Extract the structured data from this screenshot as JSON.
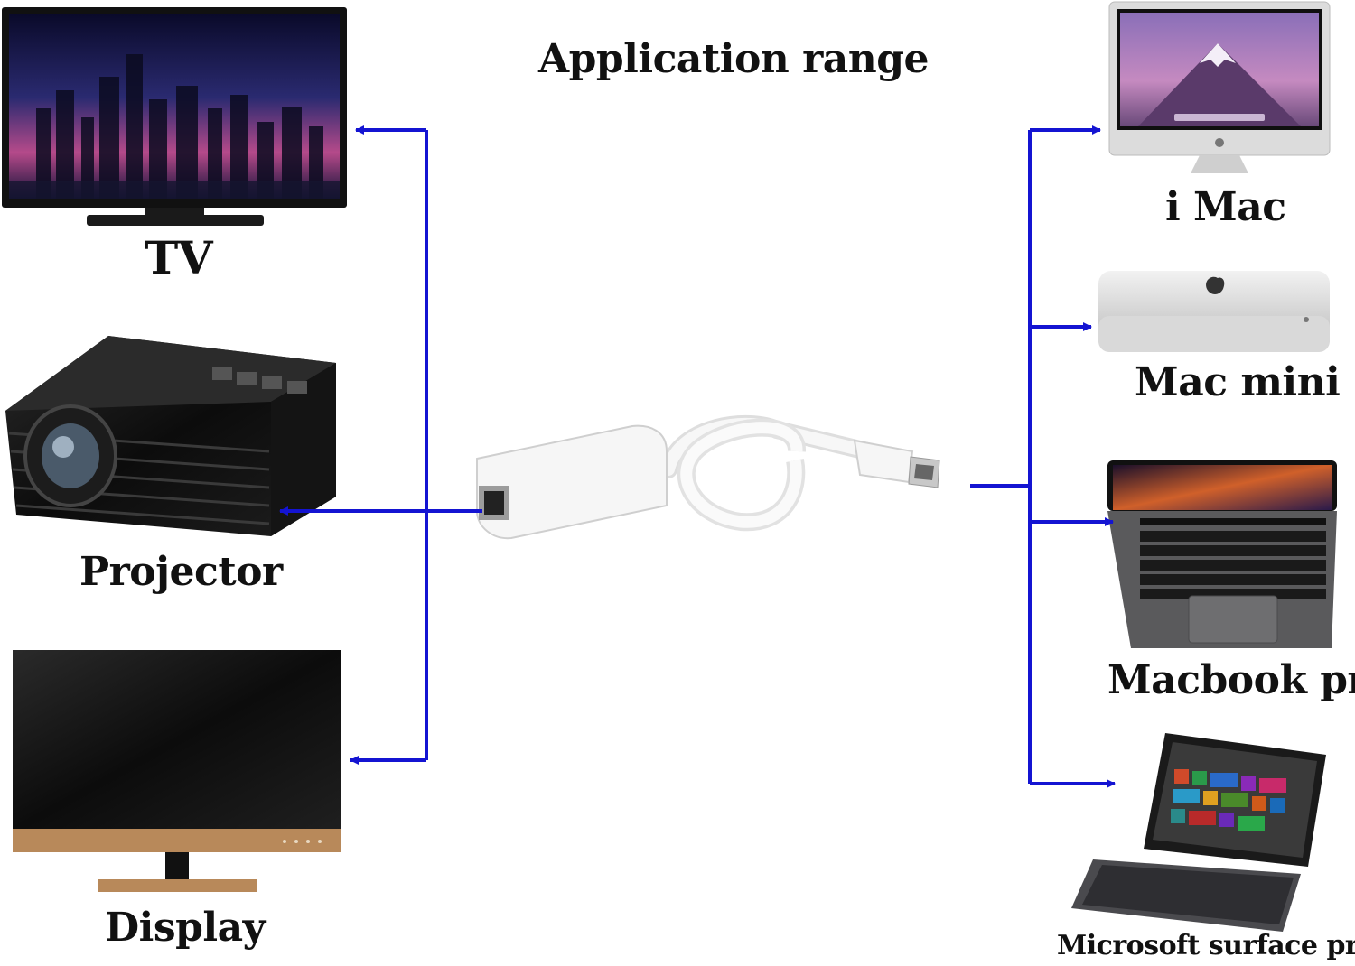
{
  "title": "Application range",
  "colors": {
    "arrow": "#1414d2",
    "cable": "#f4f4f4",
    "device_dark": "#1b1b1b",
    "accent_gold": "#b8895a"
  },
  "outputs": [
    {
      "label": "TV",
      "icon": "tv-icon"
    },
    {
      "label": "Projector",
      "icon": "projector-icon"
    },
    {
      "label": "Display",
      "icon": "monitor-icon"
    }
  ],
  "sources": [
    {
      "label": "i Mac",
      "icon": "imac-icon"
    },
    {
      "label": "Mac mini",
      "icon": "mac-mini-icon"
    },
    {
      "label": "Macbook pro",
      "icon": "laptop-icon"
    },
    {
      "label": "Microsoft surface pro",
      "icon": "tablet-icon"
    }
  ],
  "center": {
    "icon": "mini-displayport-to-hdmi-adapter-icon"
  }
}
